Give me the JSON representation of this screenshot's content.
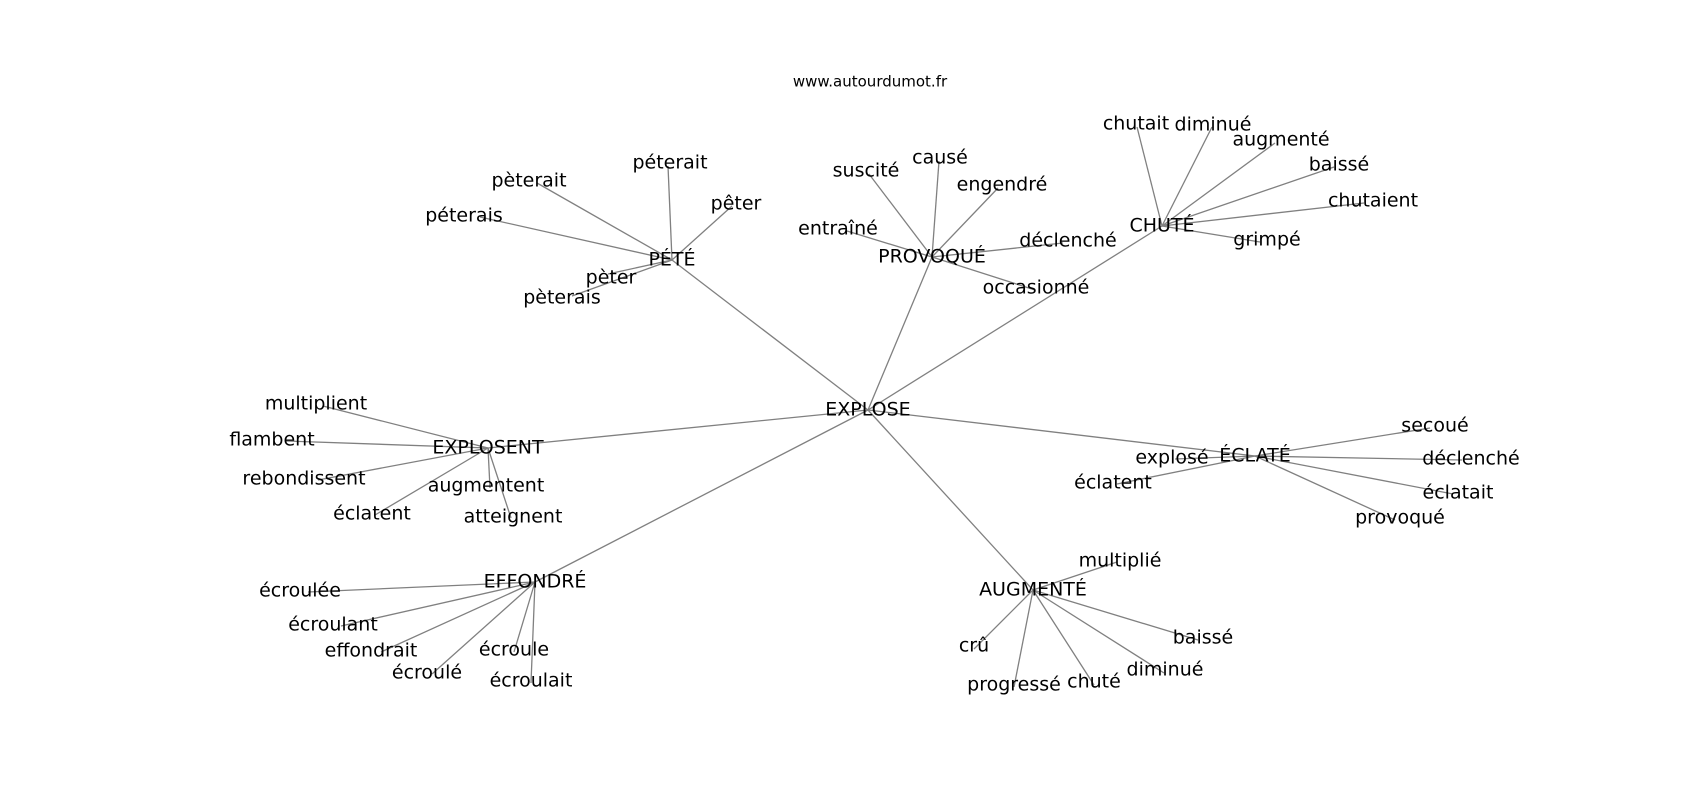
{
  "credit": "www.autourdumot.fr",
  "colors": {
    "edge": "#808080",
    "text": "#000000",
    "background": "#ffffff"
  },
  "root": "EXPLOSE",
  "clusters": [
    {
      "hub": "PÉTÉ",
      "leaves": [
        "pèterait",
        "péterait",
        "pêter",
        "péterais",
        "pèter",
        "pèterais"
      ]
    },
    {
      "hub": "PROVOQUÉ",
      "leaves": [
        "suscité",
        "causé",
        "engendré",
        "entraîné",
        "déclenché",
        "occasionné"
      ]
    },
    {
      "hub": "CHUTÉ",
      "leaves": [
        "chutait",
        "diminué",
        "augmenté",
        "baissé",
        "chutaient",
        "grimpé"
      ]
    },
    {
      "hub": "EXPLOSENT",
      "leaves": [
        "multiplient",
        "flambent",
        "rebondissent",
        "augmentent",
        "éclatent",
        "atteignent"
      ]
    },
    {
      "hub": "ÉCLATÉ",
      "leaves": [
        "secoué",
        "déclenché",
        "éclatait",
        "explosé",
        "éclatent",
        "provoqué"
      ]
    },
    {
      "hub": "EFFONDRÉ",
      "leaves": [
        "écroulée",
        "écroulant",
        "effondrait",
        "écroulé",
        "écroule",
        "écroulait"
      ]
    },
    {
      "hub": "AUGMENTÉ",
      "leaves": [
        "multiplié",
        "crû",
        "progressé",
        "chuté",
        "diminué",
        "baissé"
      ]
    }
  ]
}
